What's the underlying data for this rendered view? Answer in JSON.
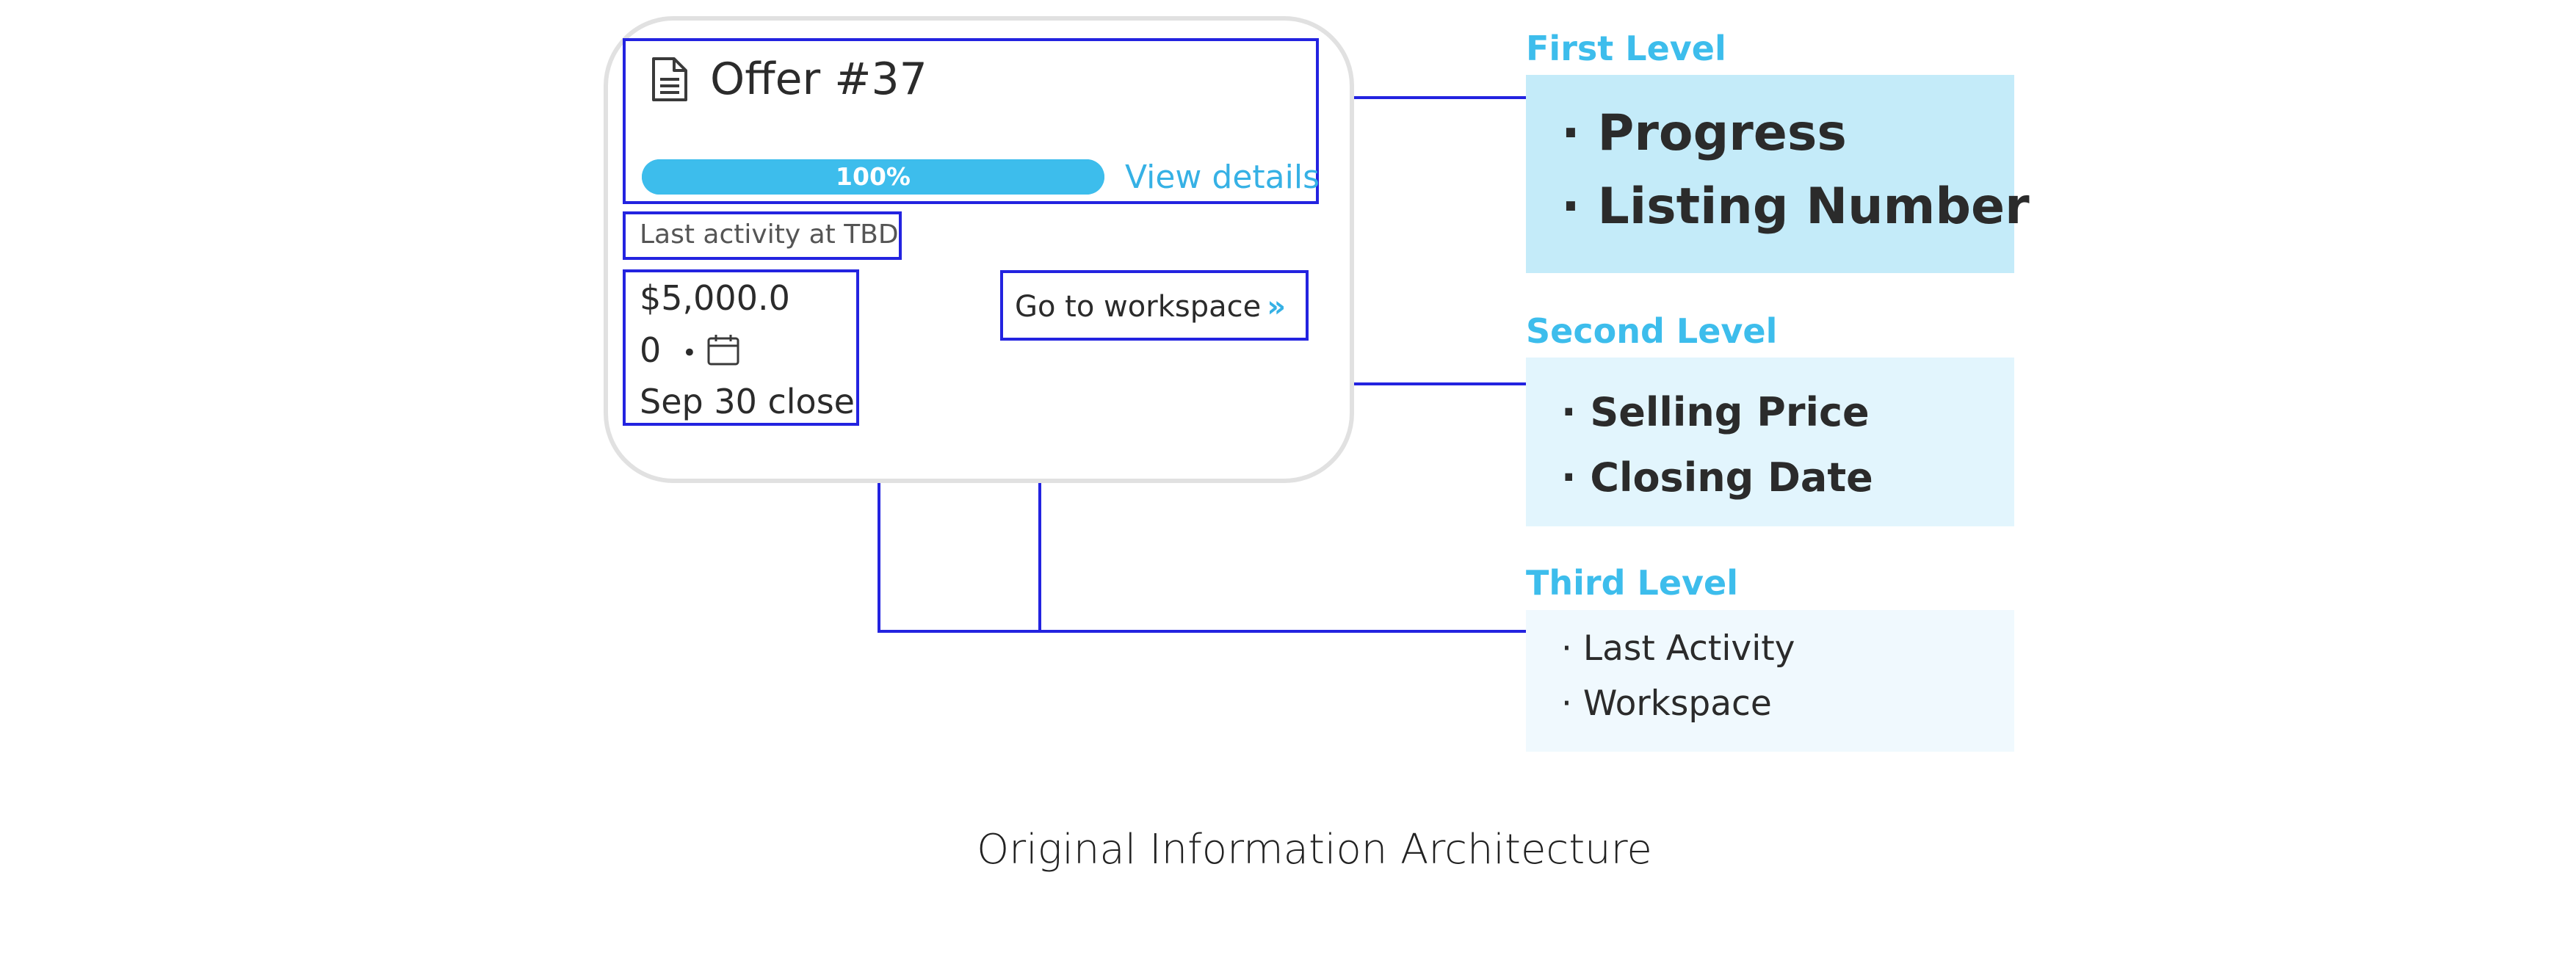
{
  "card": {
    "title": "Offer #37",
    "progress_label": "100%",
    "progress_value": 1.0,
    "view_details": "View details",
    "last_activity": "Last activity at TBD",
    "price": "$5,000.0",
    "count": "0",
    "separator": "•",
    "close_date": "Sep 30 close",
    "workspace_label": "Go to workspace",
    "workspace_chevron": "»"
  },
  "levels": [
    {
      "title": "First Level",
      "items": [
        "· Progress",
        "· Listing Number"
      ]
    },
    {
      "title": "Second Level",
      "items": [
        "· Selling Price",
        "· Closing Date"
      ]
    },
    {
      "title": "Third Level",
      "items": [
        "· Last Activity",
        "· Workspace"
      ]
    }
  ],
  "caption": "Original Information Architecture",
  "colors": {
    "accent": "#3dbdec",
    "connector": "#2323e0",
    "level1_bg": "#c4ebf9",
    "level2_bg": "#e2f5fd",
    "level3_bg": "#f0f9fe"
  },
  "icons": [
    "document-icon",
    "calendar-icon",
    "double-chevron-right-icon"
  ]
}
